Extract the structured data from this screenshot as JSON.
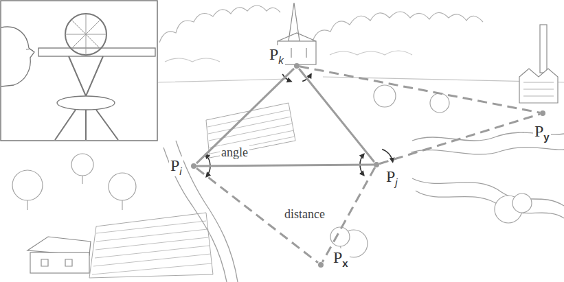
{
  "diagram": {
    "nodes": [
      {
        "text": [
          "Pk"
        ]
      },
      {
        "text": [
          "Pi"
        ]
      },
      {
        "text": [
          "Pj"
        ]
      },
      {
        "text": [
          "Py"
        ]
      },
      {
        "text": [
          "Px"
        ]
      }
    ],
    "edges": [
      {
        "from": 0,
        "to": 1,
        "arrow": "none"
      },
      {
        "from": 0,
        "to": 2,
        "arrow": "none"
      },
      {
        "from": 1,
        "to": 2,
        "arrow": "none"
      },
      {
        "from": 0,
        "to": 3,
        "arrow": "none"
      },
      {
        "from": 2,
        "to": 3,
        "arrow": "none"
      },
      {
        "from": 1,
        "to": 4,
        "arrow": "none"
      },
      {
        "from": 2,
        "to": 4,
        "arrow": "none"
      }
    ],
    "labels": [
      "angle",
      "distance"
    ]
  }
}
